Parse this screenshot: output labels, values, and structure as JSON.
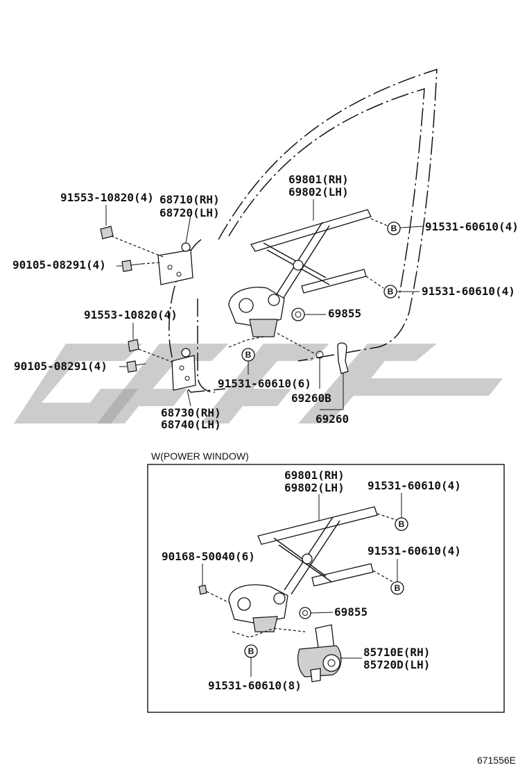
{
  "labels": {
    "p91553_top": "91553-10820(4)",
    "p68710": "68710(RH)",
    "p68720": "68720(LH)",
    "p90105_top": "90105-08291(4)",
    "p69801_top": "69801(RH)",
    "p69802_top": "69802(LH)",
    "p91531_top1": "91531-60610(4)",
    "p91531_top2": "91531-60610(4)",
    "p69855_top": "69855",
    "p91553_mid": "91553-10820(4)",
    "p90105_mid": "90105-08291(4)",
    "p91531_mid": "91531-60610(6)",
    "p69260b": "69260B",
    "p69260": "69260",
    "p68730": "68730(RH)",
    "p68740": "68740(LH)",
    "pw_title": "W(POWER WINDOW)",
    "pw_69801": "69801(RH)",
    "pw_69802": "69802(LH)",
    "pw_91531_a": "91531-60610(4)",
    "pw_91531_b": "91531-60610(4)",
    "pw_90168": "90168-50040(6)",
    "pw_69855": "69855",
    "pw_85710": "85710E(RH)",
    "pw_85720": "85720D(LH)",
    "pw_91531_c": "91531-60610(8)",
    "footer_code": "671556E"
  },
  "bubble_letter": "B"
}
